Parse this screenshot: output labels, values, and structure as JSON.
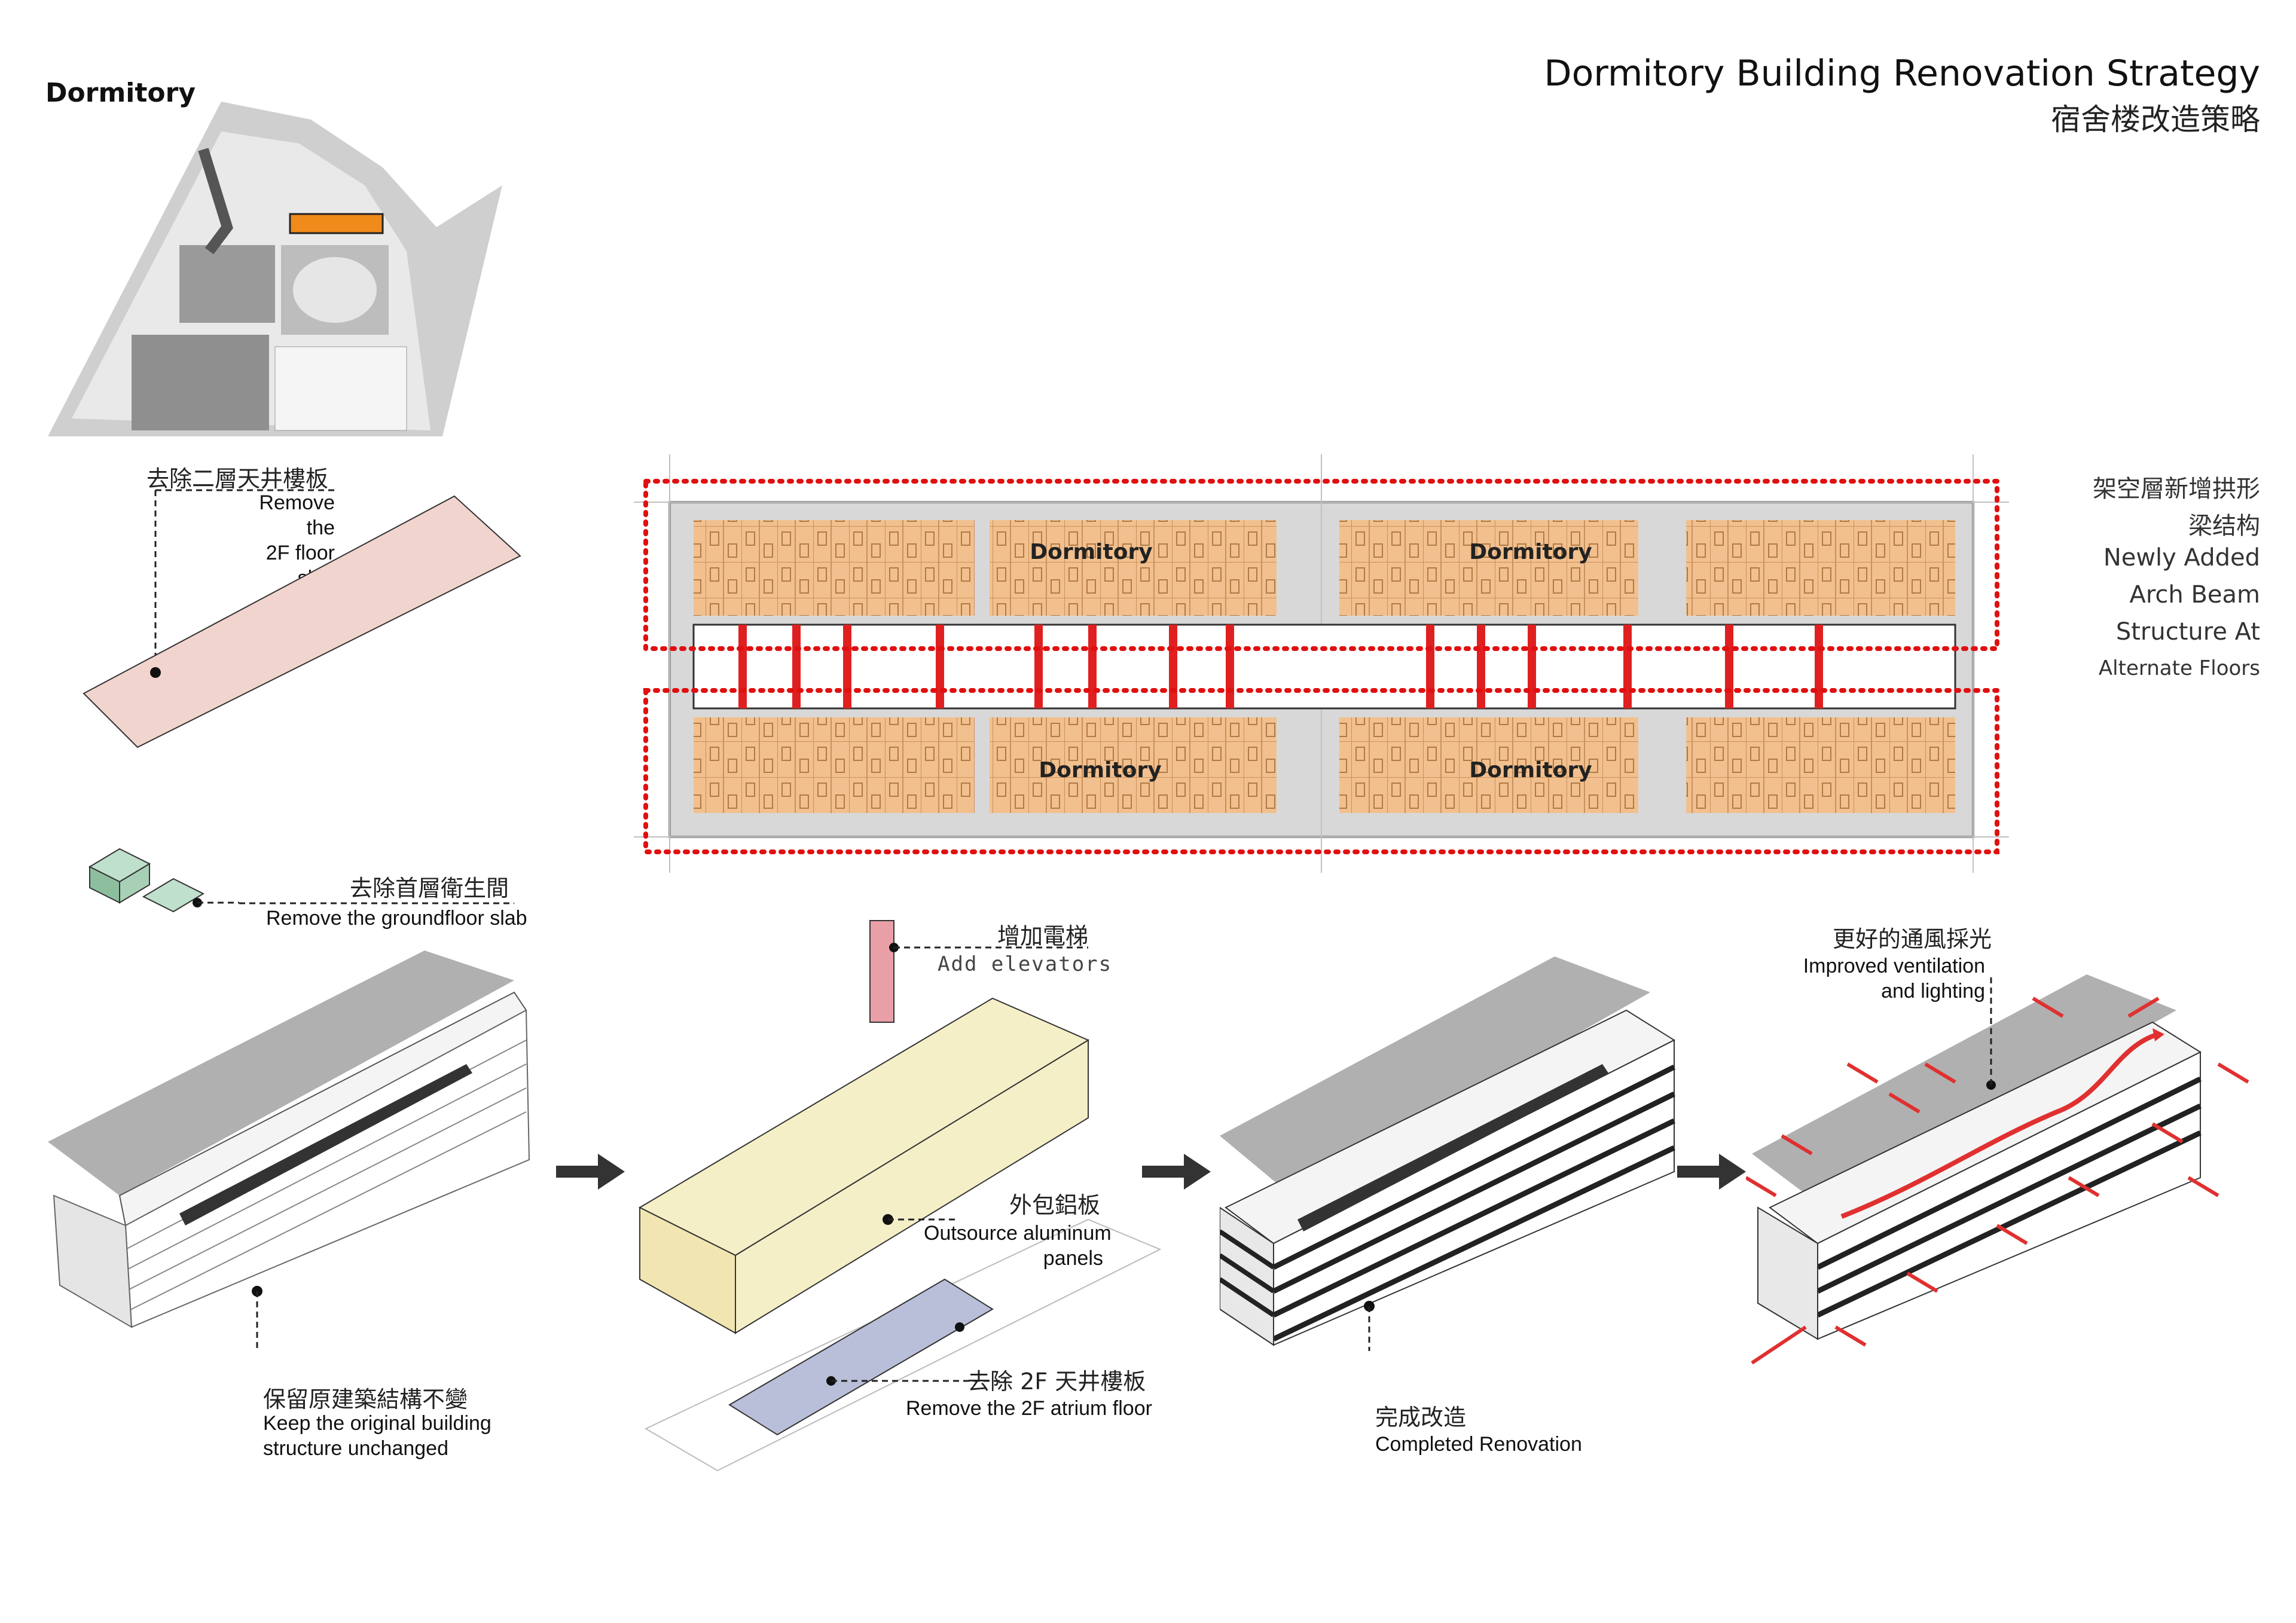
{
  "page": {
    "section_label": "Dormitory",
    "title_en": "Dormitory Building Renovation Strategy",
    "title_zh": "宿舍楼改造策略"
  },
  "plan": {
    "room_label": "Dormitory",
    "note_zh_1": "架空層新增拱形",
    "note_zh_2": "梁结构",
    "note_en_1": "Newly Added",
    "note_en_2": "Arch Beam",
    "note_en_3": "Structure At",
    "note_en_4": "Alternate Floors",
    "colors": {
      "rooms": "#f2c08e",
      "beam": "#e02020",
      "dotted_outline": "#e01010",
      "corridor": "#d8d8d8"
    }
  },
  "annotations": {
    "remove_2f_slab_zh": "去除二層天井樓板",
    "remove_2f_slab_en_1": "Remove the",
    "remove_2f_slab_en_2": "2F floor slab",
    "remove_gf_zh": "去除首層衛生間",
    "remove_gf_en": "Remove the groundfloor slab",
    "keep_structure_zh": "保留原建築結構不變",
    "keep_structure_en_1": "Keep the original building",
    "keep_structure_en_2": "structure unchanged",
    "add_elevators_zh": "增加電梯",
    "add_elevators_en": "Add elevators",
    "aluminum_zh": "外包鋁板",
    "aluminum_en_1": "Outsource aluminum",
    "aluminum_en_2": "panels",
    "remove_atrium_zh": "去除 2F 天井樓板",
    "remove_atrium_en": "Remove the 2F atrium floor",
    "completed_zh": "完成改造",
    "completed_en": "Completed Renovation",
    "ventilation_zh": "更好的通風採光",
    "ventilation_en_1": "Improved ventilation",
    "ventilation_en_2": "and lighting"
  },
  "colors": {
    "accent_red": "#e03030",
    "slab_pink": "#f2d4cf",
    "aluminum_yellow": "#f5efc8",
    "shadow_grey": "#b0b0b0",
    "site_orange": "#f08a1a"
  }
}
